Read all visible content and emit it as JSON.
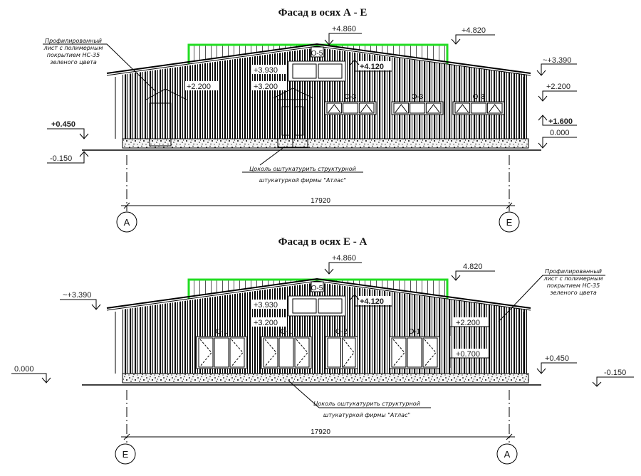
{
  "facades": [
    {
      "title": "Фасад в осях  А - Е",
      "elevations": {
        "ridge": "+4.860",
        "parapet": "+4.820",
        "eave": "~+3.390",
        "top_window": "+2.200",
        "window_sill": "+1.600",
        "zero": "0.000",
        "dormer_top": "+3.930",
        "dormer_bottom": "+3.200",
        "door_top": "+2.200",
        "dormer_peak": "+4.120",
        "left_plinth": "+0.450",
        "left_ground": "-0.150"
      },
      "window_labels": [
        "О-5",
        "О-3",
        "О-3",
        "О-3"
      ],
      "roof_note": [
        "Профилированный",
        "лист с полимерным",
        "покрытием НС-35",
        "зеленого цвета"
      ],
      "plinth_note": [
        "Цоколь оштукатурить структурной",
        "штукатуркой фирмы \"Атлас\""
      ],
      "dimension": "17920",
      "axes": [
        "А",
        "Е"
      ]
    },
    {
      "title": "Фасад в осях  Е - А",
      "elevations": {
        "ridge": "+4.860",
        "parapet": "4.820",
        "eave": "~+3.390",
        "dormer_top": "+3.930",
        "dormer_bottom": "+3.200",
        "dormer_peak": "+4.120",
        "window_top": "+2.200",
        "window_sill": "+0.700",
        "right_plinth": "+0.450",
        "zero": "0.000",
        "right_ground": "-0.150"
      },
      "window_labels": [
        "О-5",
        "О-1",
        "О-1",
        "О-2",
        "О-1"
      ],
      "roof_note": [
        "Профилированный",
        "лист с полимерным",
        "покрытием НС-35",
        "зеленого цвета"
      ],
      "plinth_note": [
        "Цоколь оштукатурить структурной",
        "штукатуркой фирмы \"Атлас\""
      ],
      "dimension": "17920",
      "axes": [
        "Е",
        "А"
      ]
    }
  ],
  "colors": {
    "roof_green": "#22dd22",
    "lines": "#000000"
  }
}
